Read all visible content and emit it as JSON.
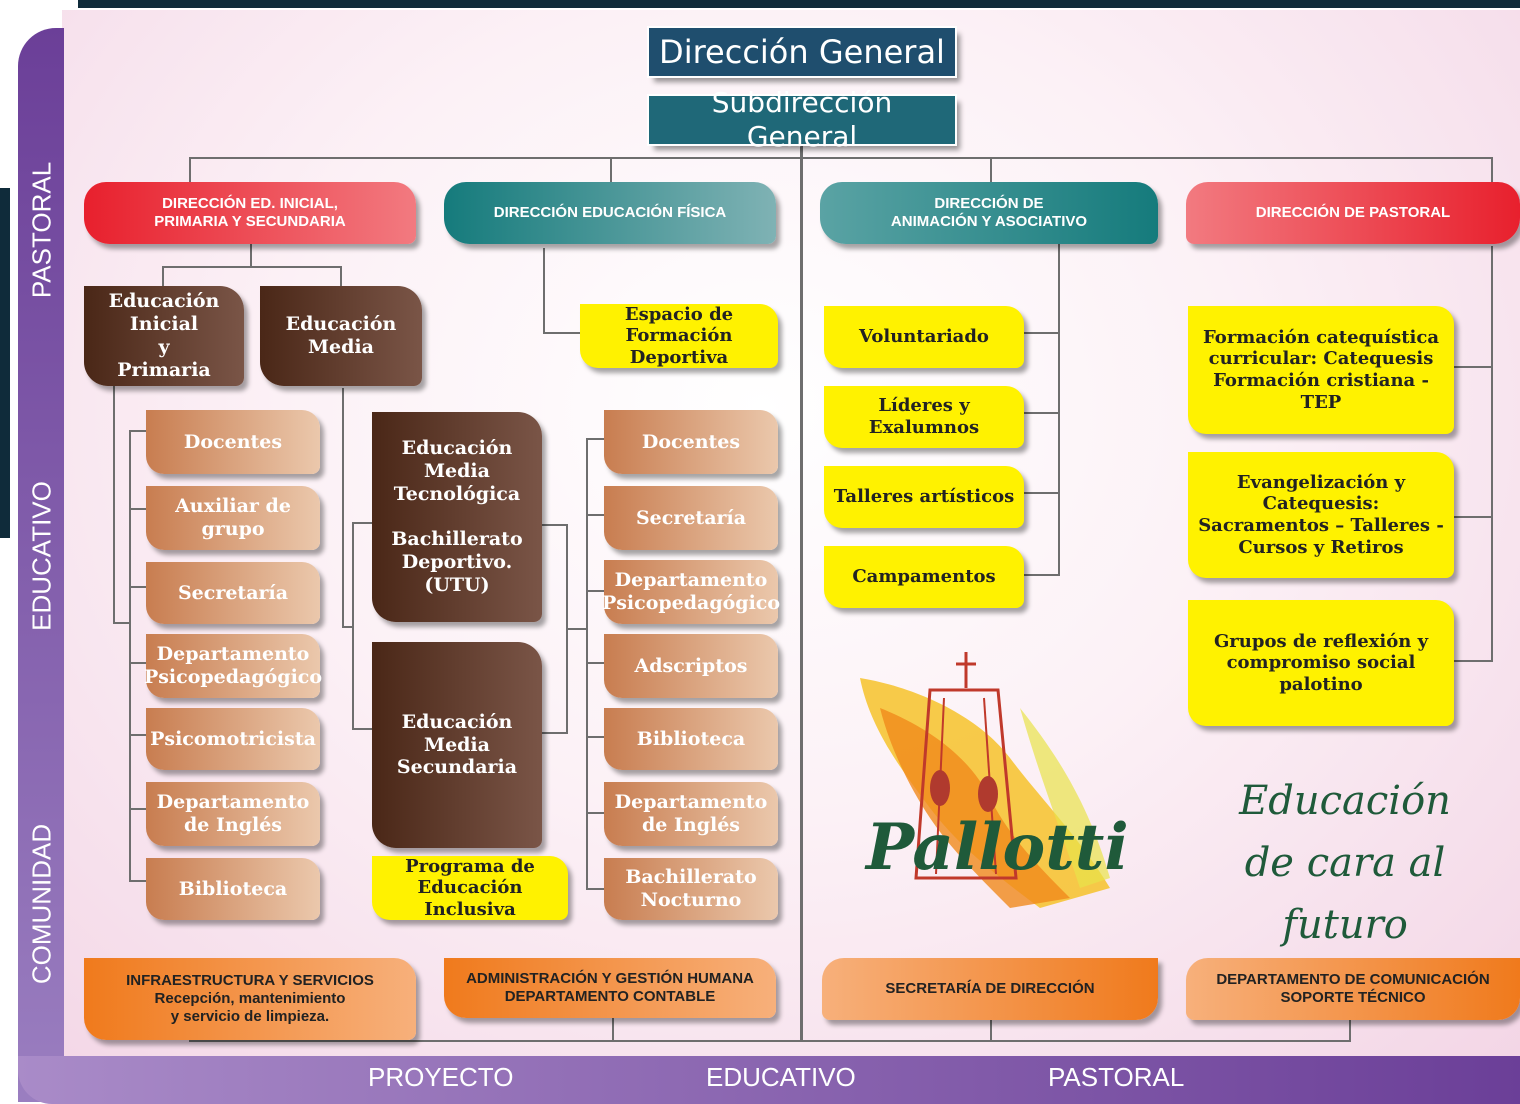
{
  "top": {
    "direccion_general": "Dirección General",
    "subdireccion_general": "Subdirección General"
  },
  "directions": {
    "inicial": "DIRECCIÓN ED. INICIAL,\nPRIMARIA Y SECUNDARIA",
    "fisica": "DIRECCIÓN EDUCACIÓN FÍSICA",
    "animacion": "DIRECCIÓN DE\nANIMACIÓN Y ASOCIATIVO",
    "pastoral": "DIRECCIÓN DE PASTORAL"
  },
  "levels": {
    "inicial_primaria": "Educación Inicial\ny\nPrimaria",
    "media": "Educación\nMedia",
    "media_tecnologica": "Educación\nMedia\nTecnológica\n\nBachillerato\nDeportivo.\n(UTU)",
    "media_secundaria": "Educación\nMedia\nSecundaria"
  },
  "primaria_items": [
    "Docentes",
    "Auxiliar de\ngrupo",
    "Secretaría",
    "Departamento\nPsicopedagógico",
    "Psicomotricista",
    "Departamento\nde Inglés",
    "Biblioteca"
  ],
  "media_items": [
    "Docentes",
    "Secretaría",
    "Departamento\nPsicopedagógico",
    "Adscriptos",
    "Biblioteca",
    "Departamento\nde Inglés",
    "Bachillerato\nNocturno"
  ],
  "yellow": {
    "espacio": "Espacio de Formación\nDeportiva",
    "inclusiva": "Programa de\nEducación Inclusiva"
  },
  "animacion_items": [
    "Voluntariado",
    "Líderes y Exalumnos",
    "Talleres artísticos",
    "Campamentos"
  ],
  "pastoral_items": [
    "Formación catequística\ncurricular: Catequesis\nFormación cristiana - TEP",
    "Evangelización y Catequesis:\nSacramentos – Talleres -\nCursos y Retiros",
    "Grupos de reflexión y\ncompromiso social palotino"
  ],
  "bottom": {
    "infra": "INFRAESTRUCTURA Y SERVICIOS\nRecepción, mantenimiento\ny servicio de limpieza.",
    "admin": "ADMINISTRACIÓN Y GESTIÓN HUMANA\nDEPARTAMENTO CONTABLE",
    "secretaria": "SECRETARÍA DE DIRECCIÓN",
    "comunicacion": "DEPARTAMENTO DE COMUNICACIÓN\nSOPORTE TÉCNICO"
  },
  "side_labels": [
    "PASTORAL",
    "EDUCATIVO",
    "COMUNIDAD"
  ],
  "bottom_labels": [
    "PROYECTO",
    "EDUCATIVO",
    "PASTORAL"
  ],
  "logo": {
    "text": "Pallotti"
  },
  "slogan": "Educación\nde cara al futuro",
  "colors": {
    "purple": "#6b3f98",
    "navy": "#1f4e6e",
    "red": "#e8202d",
    "teal": "#157b7c",
    "brown": "#4a2717",
    "tan": "#c87d50",
    "yellow": "#fff200",
    "orange": "#f07a1c",
    "green": "#1f5a3a"
  }
}
